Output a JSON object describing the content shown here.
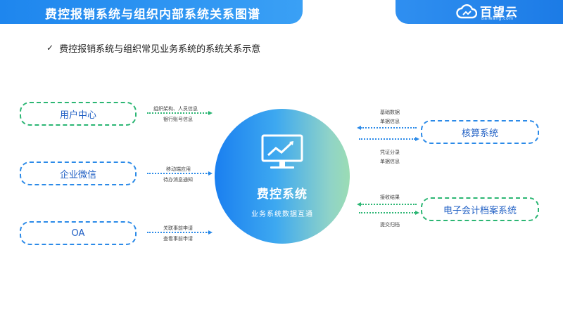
{
  "header": {
    "title": "费控报销系统与组织内部系统关系图谱",
    "brand_name": "百望云",
    "brand_domain": "baiwang.com"
  },
  "subtitle": "费控报销系统与组织常见业务系统的系统关系示意",
  "center": {
    "title": "费控系统",
    "subtitle": "业务系统数据互通"
  },
  "left_systems": [
    {
      "name": "用户中心",
      "labels": [
        "组织架构、人员信息",
        "银行账号信息"
      ]
    },
    {
      "name": "企业微信",
      "labels": [
        "移动端应用",
        "待办消息通知"
      ]
    },
    {
      "name": "OA",
      "labels": [
        "关联事前申请",
        "查看事前申请"
      ]
    }
  ],
  "right_systems": [
    {
      "name": "核算系统",
      "labels_top": [
        "基础数据",
        "单据信息"
      ],
      "labels_bottom": [
        "凭证分录",
        "单据信息"
      ]
    },
    {
      "name": "电子会计档案系统",
      "labels_top": [
        "接收结果"
      ],
      "labels_bottom": [
        "提交归档"
      ]
    }
  ],
  "colors": {
    "accent": "#1e86ee",
    "green": "#2bb673",
    "blue": "#2b8ae8"
  }
}
